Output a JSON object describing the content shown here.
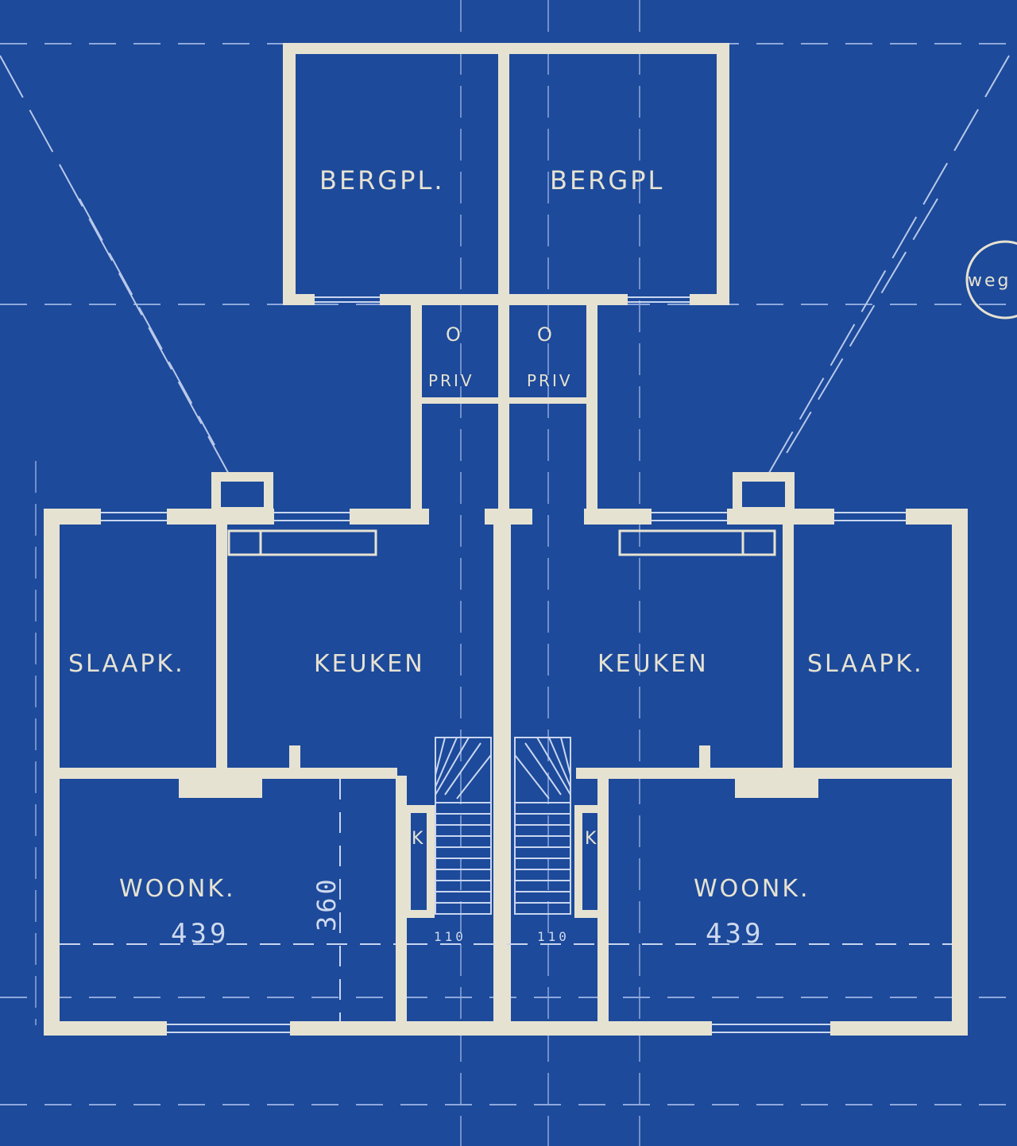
{
  "colors": {
    "paper": "#1d4a9a",
    "wall": "#e6e2d2",
    "line": "#c9d6f0"
  },
  "rooms": {
    "bergpl_left": "BERGPL.",
    "bergpl_right": "BERGPL",
    "priv_left": "PRIV",
    "priv_right": "PRIV",
    "toilet_left": "O",
    "toilet_right": "O",
    "slaapk_left": "SLAAPK.",
    "keuken_left": "KEUKEN",
    "keuken_right": "KEUKEN",
    "slaapk_right": "SLAAPK.",
    "woonk_left": "WOONK.",
    "woonk_right": "WOONK.",
    "kast_left": "K",
    "kast_right": "K"
  },
  "dimensions": {
    "woonk_width_left": "439",
    "woonk_width_right": "439",
    "woonk_depth_left": "360",
    "gang_left": "110",
    "gang_right": "110"
  },
  "margin_notes": {
    "circle_right": "weg"
  }
}
